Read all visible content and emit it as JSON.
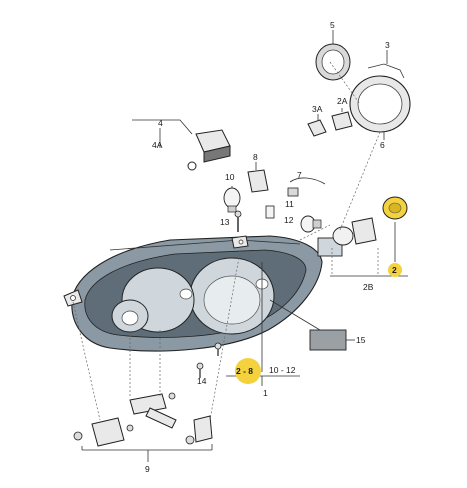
{
  "diagram": {
    "labels": {
      "p1": "1",
      "p2": "2",
      "p2a": "2A",
      "p2b": "2B",
      "p3": "3",
      "p3a": "3A",
      "p4": "4",
      "p4a": "4A",
      "p5": "5",
      "p6": "6",
      "p7": "7",
      "p8": "8",
      "p9": "9",
      "p10": "10",
      "p11": "11",
      "p12": "12",
      "p13": "13",
      "p14": "14",
      "p15": "15",
      "range_2_8": "2 - 8",
      "range_10_12": "10 - 12"
    },
    "colors": {
      "housing": "#8a99a3",
      "housing_dark": "#5e6d77",
      "lens": "#cfd7dc",
      "highlight": "#f3d23d",
      "label_plate": "#9aa0a4"
    }
  }
}
